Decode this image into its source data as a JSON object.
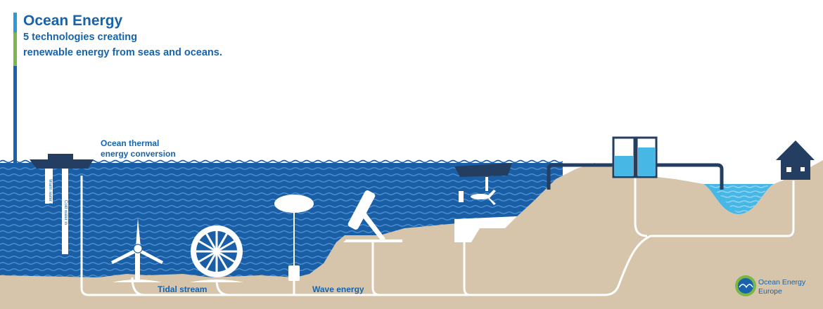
{
  "title": "Ocean Energy",
  "subtitle_line1": "5 technologies creating",
  "subtitle_line2": "renewable energy from seas and oceans.",
  "labels": {
    "otec_line1": "Ocean thermal",
    "otec_line2": "energy conversion",
    "tidal_stream": "Tidal stream",
    "wave_energy": "Wave energy"
  },
  "pipe_labels": {
    "warm": "Warm water in",
    "cold": "Cold water in"
  },
  "logo": {
    "line1": "Ocean Energy",
    "line2": "Europe"
  },
  "colors": {
    "ocean": "#1a5fa6",
    "wave_line": "#4c8fd0",
    "seabed": "#d6c5ab",
    "title_blue": "#1763ac",
    "title_bar_green": "#7ab648",
    "title_bar_blue": "#1763ac",
    "dark_structure": "#233e60",
    "lagoon": "#47b7e6"
  }
}
